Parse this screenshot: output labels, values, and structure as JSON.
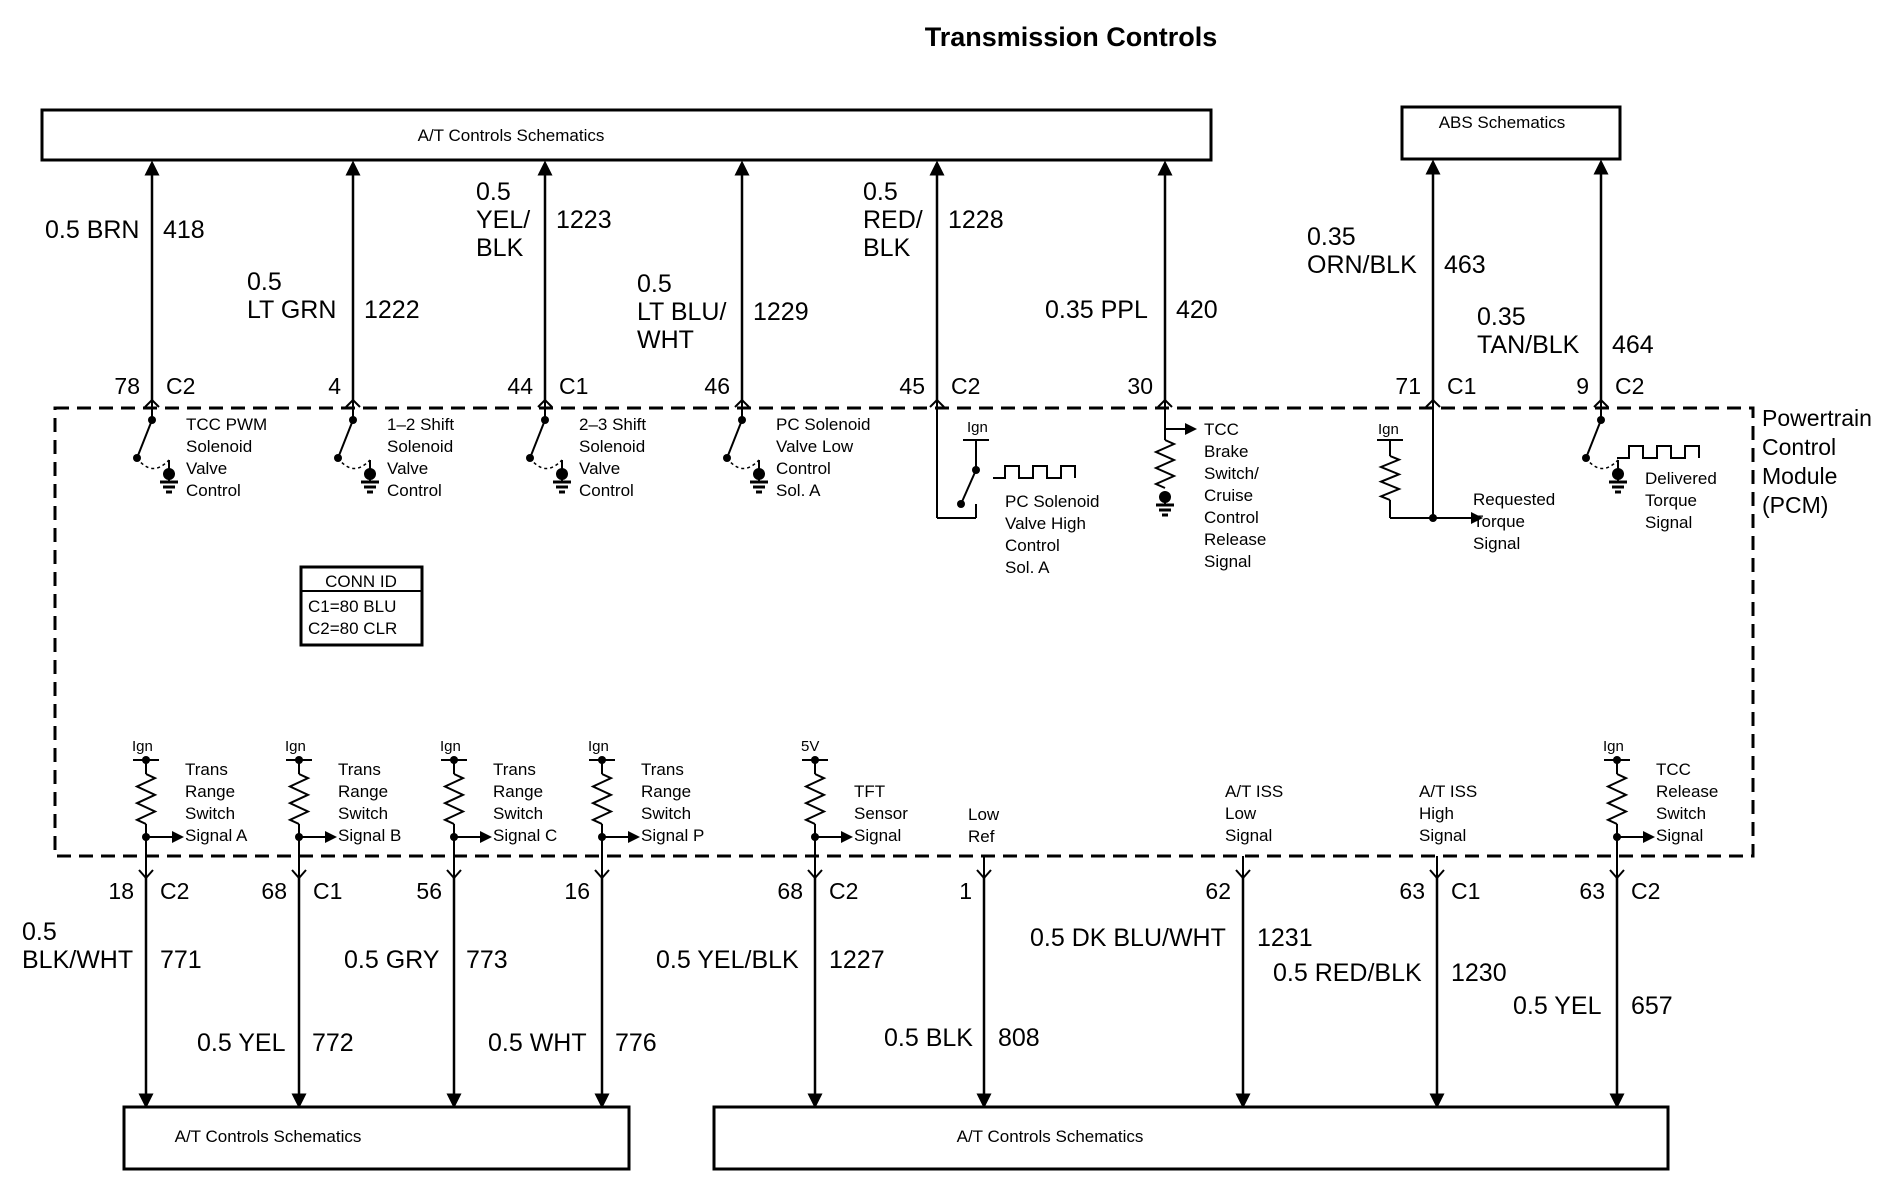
{
  "title": "Transmission Controls",
  "module_label": [
    "Powertrain",
    "Control",
    "Module",
    "(PCM)"
  ],
  "conn_id": {
    "header": "CONN ID",
    "lines": [
      "C1=80 BLU",
      "C2=80 CLR"
    ]
  },
  "boxes": {
    "top_left": "A/T Controls Schematics",
    "top_right": "ABS Schematics",
    "bottom_left": "A/T Controls Schematics",
    "bottom_right": "A/T Controls Schematics"
  },
  "top_circuits": [
    {
      "pin": "78",
      "conn": "C2",
      "wire": [
        "0.5 BRN"
      ],
      "circuit": "418",
      "component": [
        "TCC PWM",
        "Solenoid",
        "Valve",
        "Control"
      ],
      "type": "switch",
      "arrow": "down"
    },
    {
      "pin": "4",
      "conn": "",
      "wire": [
        "0.5",
        "LT GRN"
      ],
      "circuit": "1222",
      "component": [
        "1–2 Shift",
        "Solenoid",
        "Valve",
        "Control"
      ],
      "type": "switch",
      "arrow": "down"
    },
    {
      "pin": "44",
      "conn": "C1",
      "wire": [
        "0.5",
        "YEL/",
        "BLK"
      ],
      "circuit": "1223",
      "component": [
        "2–3 Shift",
        "Solenoid",
        "Valve",
        "Control"
      ],
      "type": "switch",
      "arrow": "down"
    },
    {
      "pin": "46",
      "conn": "",
      "wire": [
        "0.5",
        "LT BLU/",
        "WHT"
      ],
      "circuit": "1229",
      "component": [
        "PC Solenoid",
        "Valve Low",
        "Control",
        "Sol. A"
      ],
      "type": "switch",
      "arrow": "down"
    },
    {
      "pin": "45",
      "conn": "C2",
      "wire": [
        "0.5",
        "RED/",
        "BLK"
      ],
      "circuit": "1228",
      "component": [
        "PC Solenoid",
        "Valve High",
        "Control",
        "Sol. A"
      ],
      "type": "pwm-out",
      "arrow": "up",
      "ign": "Ign"
    },
    {
      "pin": "30",
      "conn": "",
      "wire": [
        "0.35 PPL"
      ],
      "circuit": "420",
      "component": [
        "TCC",
        "Brake",
        "Switch/",
        "Cruise",
        "Control",
        "Release",
        "Signal"
      ],
      "type": "pulldown",
      "arrow": "down"
    },
    {
      "pin": "71",
      "conn": "C1",
      "wire": [
        "0.35",
        "ORN/BLK"
      ],
      "circuit": "463",
      "component": [
        "Requested",
        "Torque",
        "Signal"
      ],
      "type": "pullup",
      "arrow": "down",
      "ign": "Ign"
    },
    {
      "pin": "9",
      "conn": "C2",
      "wire": [
        "0.35",
        "TAN/BLK"
      ],
      "circuit": "464",
      "component": [
        "Delivered",
        "Torque",
        "Signal"
      ],
      "type": "pwm-switch",
      "arrow": "down"
    }
  ],
  "bottom_circuits": [
    {
      "pin": "18",
      "conn": "C2",
      "wire": [
        "0.5",
        "BLK/WHT"
      ],
      "circuit": "771",
      "component": [
        "Trans",
        "Range",
        "Switch",
        "Signal A"
      ],
      "ign": "Ign",
      "arrow": "down"
    },
    {
      "pin": "68",
      "conn": "C1",
      "wire": [
        "0.5 YEL"
      ],
      "circuit": "772",
      "component": [
        "Trans",
        "Range",
        "Switch",
        "Signal B"
      ],
      "ign": "Ign",
      "arrow": "down"
    },
    {
      "pin": "56",
      "conn": "",
      "wire": [
        "0.5 GRY"
      ],
      "circuit": "773",
      "component": [
        "Trans",
        "Range",
        "Switch",
        "Signal C"
      ],
      "ign": "Ign",
      "arrow": "down"
    },
    {
      "pin": "16",
      "conn": "",
      "wire": [
        "0.5 WHT"
      ],
      "circuit": "776",
      "component": [
        "Trans",
        "Range",
        "Switch",
        "Signal P"
      ],
      "ign": "Ign",
      "arrow": "down"
    },
    {
      "pin": "68",
      "conn": "C2",
      "wire": [
        "0.5 YEL/BLK"
      ],
      "circuit": "1227",
      "component": [
        "TFT",
        "Sensor",
        "Signal"
      ],
      "ign": "5V",
      "arrow": "down"
    },
    {
      "pin": "1",
      "conn": "",
      "wire": [
        "0.5 BLK"
      ],
      "circuit": "808",
      "component": [
        "Low",
        "Ref"
      ],
      "ign": "",
      "arrow": "up"
    },
    {
      "pin": "62",
      "conn": "",
      "wire": [
        "0.5 DK BLU/WHT"
      ],
      "circuit": "1231",
      "component": [
        "A/T ISS",
        "Low",
        "Signal"
      ],
      "ign": "",
      "arrow": "up"
    },
    {
      "pin": "63",
      "conn": "C1",
      "wire": [
        "0.5 RED/BLK"
      ],
      "circuit": "1230",
      "component": [
        "A/T ISS",
        "High",
        "Signal"
      ],
      "ign": "",
      "arrow": "down"
    },
    {
      "pin": "63",
      "conn": "C2",
      "wire": [
        "0.5 YEL"
      ],
      "circuit": "657",
      "component": [
        "TCC",
        "Release",
        "Switch",
        "Signal"
      ],
      "ign": "Ign",
      "arrow": "down"
    }
  ]
}
